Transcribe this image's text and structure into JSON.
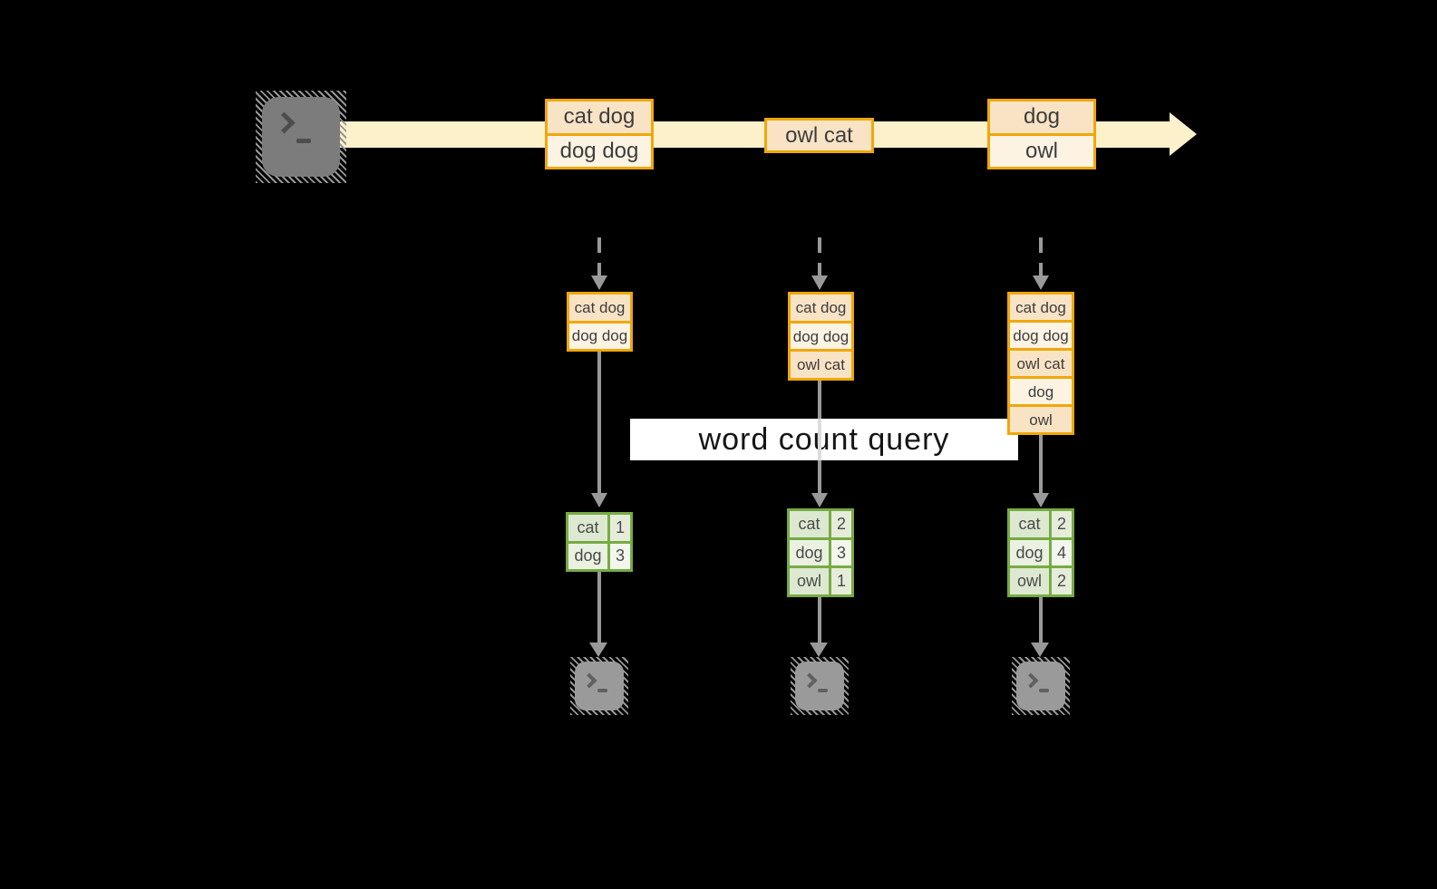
{
  "query": {
    "label": "word count query"
  },
  "stream": {
    "events": [
      {
        "rows": [
          "cat dog",
          "dog dog"
        ]
      },
      {
        "rows": [
          "owl cat"
        ]
      },
      {
        "rows": [
          "dog",
          "owl"
        ]
      }
    ]
  },
  "pipelines": [
    {
      "buffer": [
        "cat dog",
        "dog dog"
      ],
      "counts": [
        [
          "cat",
          "1"
        ],
        [
          "dog",
          "3"
        ]
      ]
    },
    {
      "buffer": [
        "cat dog",
        "dog dog",
        "owl cat"
      ],
      "counts": [
        [
          "cat",
          "2"
        ],
        [
          "dog",
          "3"
        ],
        [
          "owl",
          "1"
        ]
      ]
    },
    {
      "buffer": [
        "cat dog",
        "dog dog",
        "owl cat",
        "dog",
        "owl"
      ],
      "counts": [
        [
          "cat",
          "2"
        ],
        [
          "dog",
          "4"
        ],
        [
          "owl",
          "2"
        ]
      ]
    }
  ],
  "icons": {
    "source": "terminal-icon",
    "sink": "terminal-icon"
  },
  "colors": {
    "background": "#000000",
    "stream_band": "#fcf1cb",
    "event_border": "#f0a70a",
    "event_fill_dark": "#f9e3c5",
    "event_fill_light": "#fdf3e3",
    "table_border": "#76ab43",
    "arrow_gray": "#999999",
    "query_band": "#ffffff"
  }
}
